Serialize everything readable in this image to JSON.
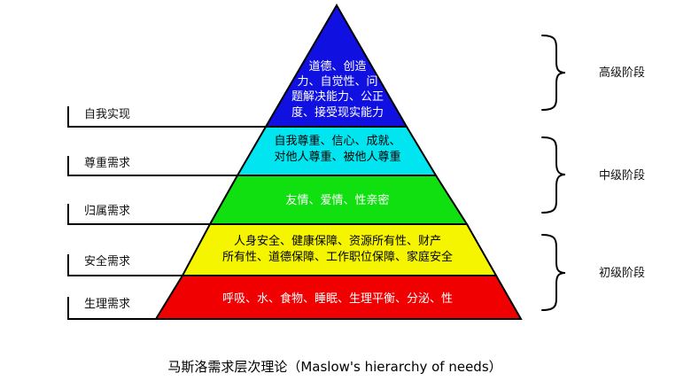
{
  "title": "马斯洛需求层次理论（Maslow's hierarchy of needs）",
  "levels": [
    {
      "name": "自我实现",
      "color": "#1010e0",
      "text_color": "#ffffff",
      "lines": [
        "道德、创造",
        "力、自觉性、问",
        "题解决能力、公正",
        "度、接受现实能力"
      ]
    },
    {
      "name": "尊重需求",
      "color": "#00e5f0",
      "text_color": "#000000",
      "lines": [
        "自我尊重、信心、成就、",
        "对他人尊重、被他人尊重"
      ]
    },
    {
      "name": "归属需求",
      "color": "#10e010",
      "text_color": "#ffffff",
      "lines": [
        "友情、爱情、性亲密"
      ]
    },
    {
      "name": "安全需求",
      "color": "#f5f500",
      "text_color": "#000000",
      "lines": [
        "人身安全、健康保障、资源所有性、财产",
        "所有性、道德保障、工作职位保障、家庭安全"
      ]
    },
    {
      "name": "生理需求",
      "color": "#f00000",
      "text_color": "#ffffff",
      "lines": [
        "呼吸、水、食物、睡眠、生理平衡、分泌、性"
      ]
    }
  ],
  "stages": [
    {
      "label": "高级阶段"
    },
    {
      "label": "中级阶段"
    },
    {
      "label": "初级阶段"
    }
  ]
}
